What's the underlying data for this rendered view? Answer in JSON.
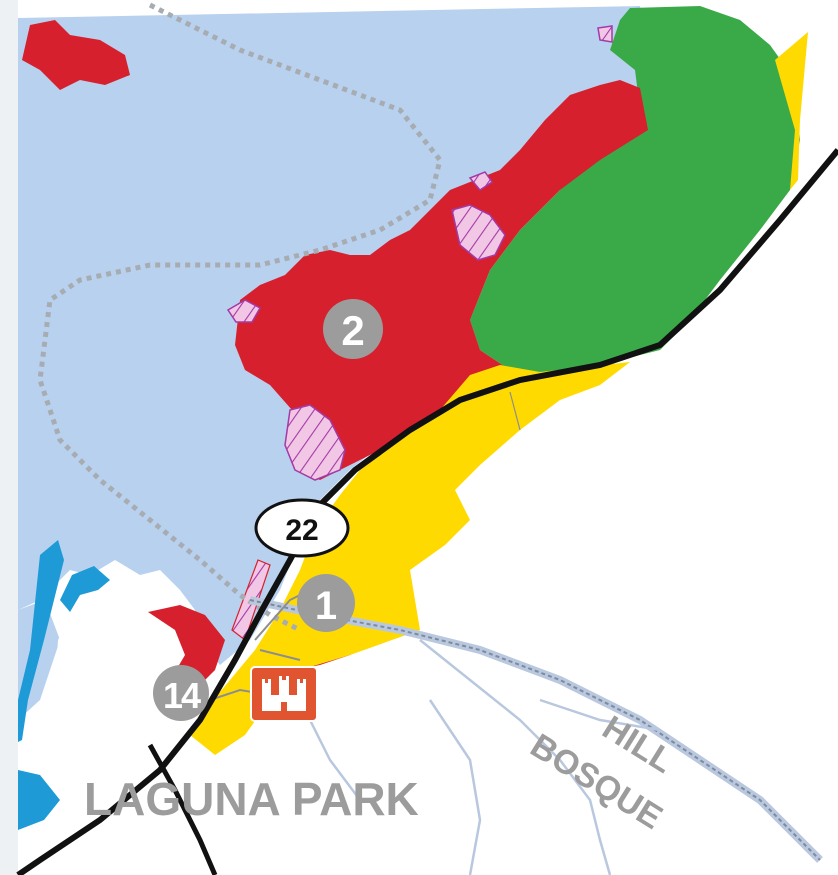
{
  "map": {
    "place_label": "LAGUNA PARK",
    "area_markers": [
      {
        "id": "marker-2",
        "label": "2"
      },
      {
        "id": "marker-1",
        "label": "1"
      },
      {
        "id": "marker-14",
        "label": "14"
      }
    ],
    "highway_shield": {
      "label": "22"
    },
    "county_labels": [
      "HILL",
      "BOSQUE"
    ],
    "icons": [
      "corps-of-engineers-castle-icon"
    ],
    "colors": {
      "water": "#B8D1EE",
      "water_edge": "#1E9AD6",
      "red_zone": "#D7202D",
      "green_zone": "#3AAA48",
      "yellow_zone": "#FFDA00",
      "hatched_zone": "#A33AA6",
      "marker": "#9C9C9C",
      "castle_badge": "#E0552F",
      "roads": "#111111",
      "county_line": "#B9C8DE"
    }
  }
}
